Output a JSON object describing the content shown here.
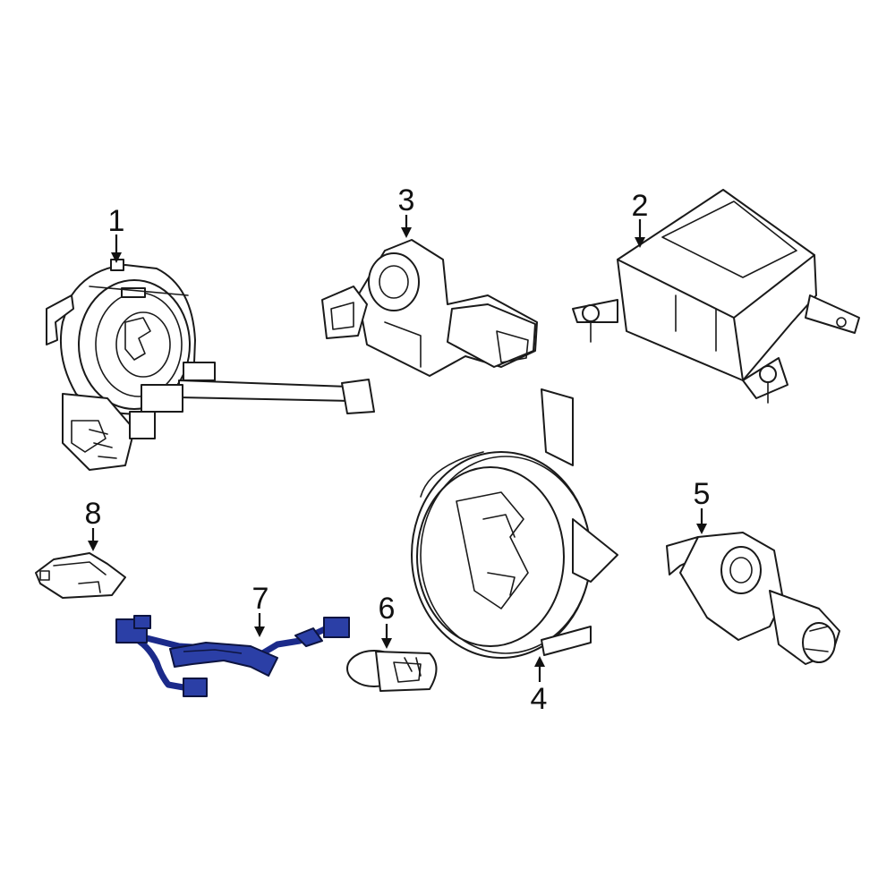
{
  "colors": {
    "line": "#1a1a1a",
    "highlight_part": "#2b3fa6",
    "background": "#ffffff"
  },
  "callouts": {
    "c1": "1",
    "c2": "2",
    "c3": "3",
    "c4": "4",
    "c5": "5",
    "c6": "6",
    "c7": "7",
    "c8": "8"
  },
  "highlighted_callout": "7"
}
